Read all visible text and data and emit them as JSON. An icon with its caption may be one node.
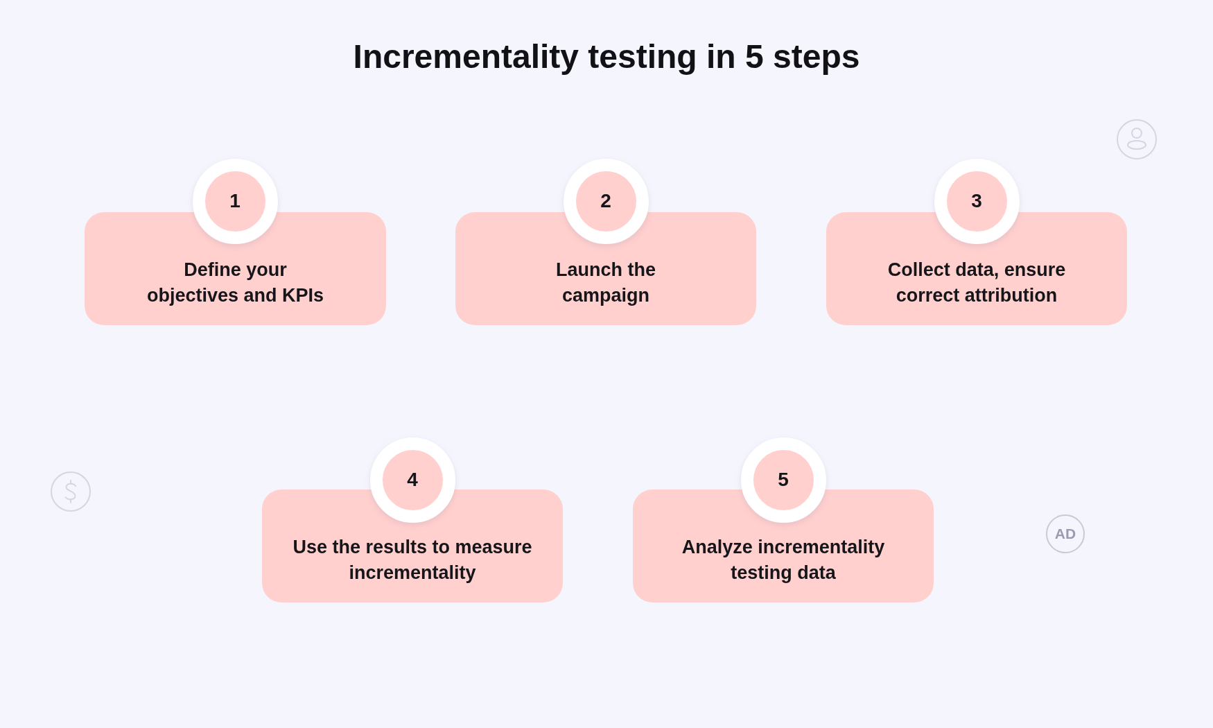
{
  "diagram": {
    "title": "Incrementality testing in 5 steps",
    "nodes": [
      {
        "text": [
          "1"
        ]
      },
      {
        "text": [
          "Define your objectives and KPIs"
        ]
      },
      {
        "text": [
          "2"
        ]
      },
      {
        "text": [
          "Launch the campaign"
        ]
      },
      {
        "text": [
          "3"
        ]
      },
      {
        "text": [
          "Collect data, ensure correct attribution"
        ]
      },
      {
        "text": [
          "4"
        ]
      },
      {
        "text": [
          "Use the results to measure incrementality"
        ]
      },
      {
        "text": [
          "5"
        ]
      },
      {
        "text": [
          "Analyze incrementality testing data"
        ]
      },
      {
        "text": [
          "AD"
        ]
      }
    ]
  }
}
